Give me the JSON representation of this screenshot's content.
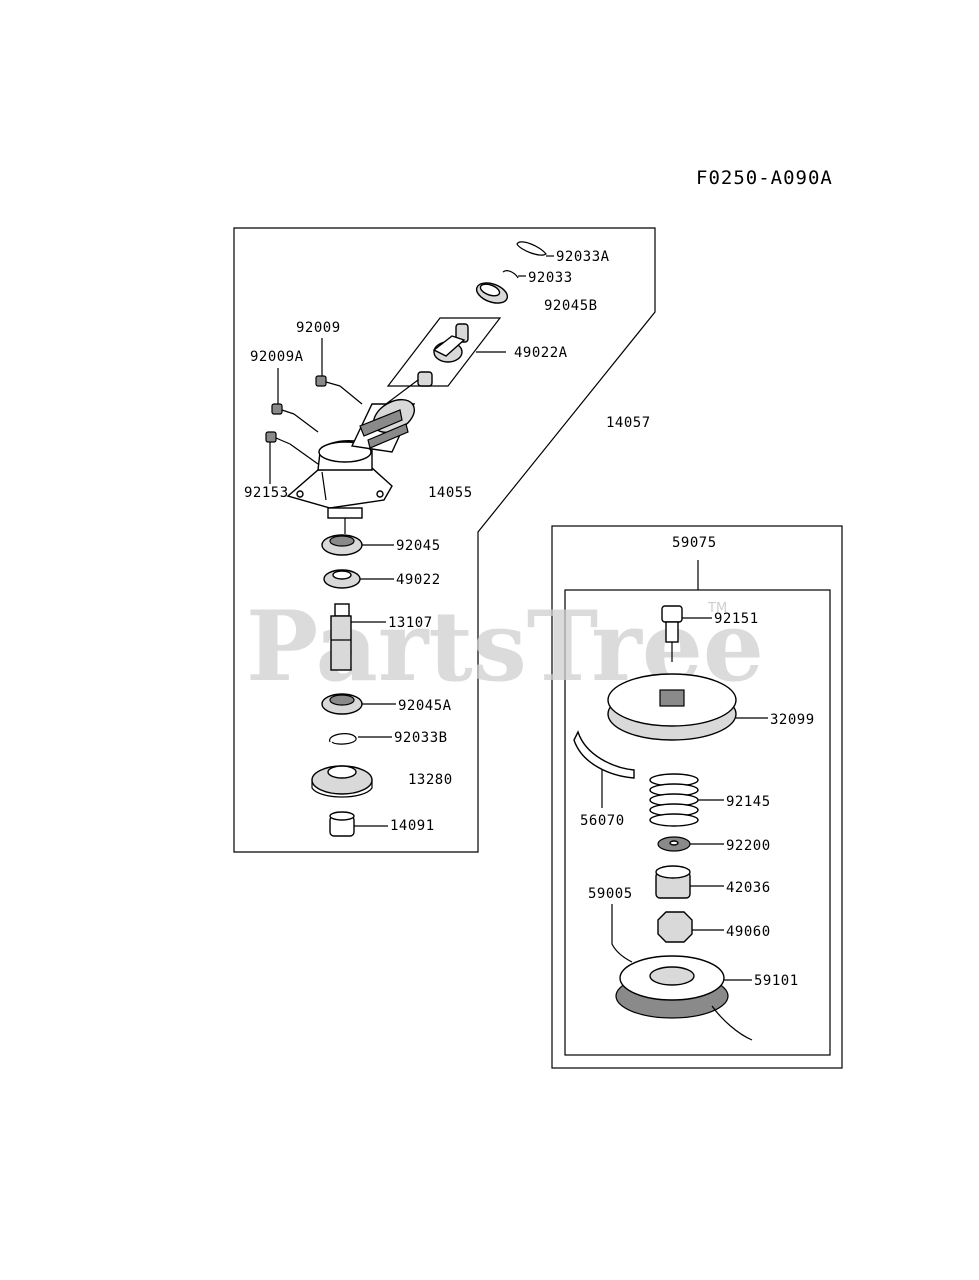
{
  "diagram_code": "F0250-A090A",
  "watermark": {
    "text": "PartsTree",
    "trademark": "TM"
  },
  "parts": {
    "p92033A": "92033A",
    "p92033": "92033",
    "p92045B": "92045B",
    "p92009": "92009",
    "p92009A": "92009A",
    "p49022A": "49022A",
    "p14057": "14057",
    "p92153": "92153",
    "p14055": "14055",
    "p92045": "92045",
    "p49022": "49022",
    "p13107": "13107",
    "p92045A": "92045A",
    "p92033B": "92033B",
    "p13280": "13280",
    "p14091": "14091",
    "p59075": "59075",
    "p92151": "92151",
    "p32099": "32099",
    "p56070": "56070",
    "p92145": "92145",
    "p92200": "92200",
    "p42036": "42036",
    "p59005": "59005",
    "p49060": "49060",
    "p59101": "59101"
  }
}
